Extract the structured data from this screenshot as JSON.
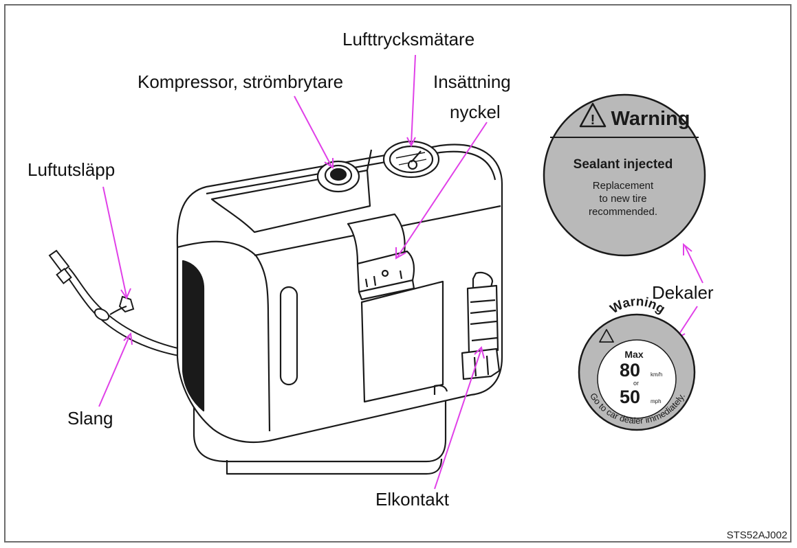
{
  "labels": {
    "pressure_gauge": "Lufttrycksmätare",
    "compressor_switch": "Kompressor, strömbrytare",
    "key_insert_line1": "Insättning",
    "key_insert_line2": "nyckel",
    "air_outlet": "Luftutsläpp",
    "hose": "Slang",
    "power_plug": "Elkontakt",
    "decals": "Dekaler"
  },
  "decal_large": {
    "heading": "Warning",
    "title": "Sealant injected",
    "line1": "Replacement",
    "line2": "to new tire",
    "line3": "recommended."
  },
  "decal_small": {
    "heading": "Warning",
    "max": "Max",
    "speed1": "80",
    "unit1": "km/h",
    "or": "or",
    "speed2": "50",
    "unit2": "mph",
    "ring_text": "Go to car dealer immediately."
  },
  "figure_code": "STS52AJ002",
  "colors": {
    "leader": "#e040e8",
    "line": "#1a1a1a",
    "decal_fill": "#b9b9b9"
  }
}
